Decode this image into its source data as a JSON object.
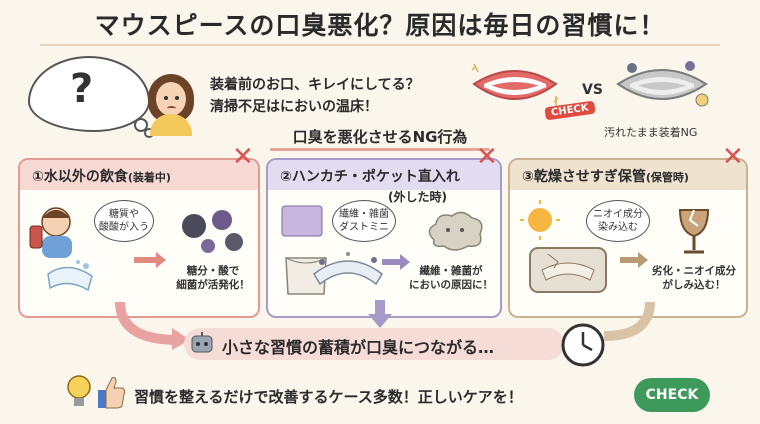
{
  "title": "マウスピースの口臭悪化？原因は毎日の習慣に！",
  "intro": {
    "line1": "装着前のお口、キレイにしてる？",
    "line2": "清掃不足はにおいの温床！",
    "question_icon": "question-mark-icon"
  },
  "comparison": {
    "check_label": "CHECK",
    "vs_label": "VS",
    "dirty_label": "汚れたまま装着NG"
  },
  "ng_header": "口臭を悪化させるNG行為",
  "panels": [
    {
      "title": "①水以外の飲食",
      "title_note": "(装着中)",
      "bubble": "糖質や\n酸酸が入う",
      "caption": "糖分・酸で\n細菌が活発化！",
      "accent": "#e29a94"
    },
    {
      "title": "②ハンカチ・ポケット直入れ",
      "title_note": "(外した時)",
      "bubble": "繊維・雑菌\nダストミニ",
      "caption": "繊維・雑菌が\nにおいの原因に！",
      "accent": "#a89ac8"
    },
    {
      "title": "③乾燥させすぎ保管",
      "title_note": "(保管時)",
      "bubble": "ニオイ成分\n染み込む",
      "caption": "劣化・ニオイ成分\nがしみ込む！",
      "accent": "#c9b08e"
    }
  ],
  "habit_line": "小さな習慣の蓄積が口臭につながる…",
  "bottom_line": "習慣を整えるだけで改善するケース多数！正しいケアを！",
  "bottom_check": "CHECK"
}
